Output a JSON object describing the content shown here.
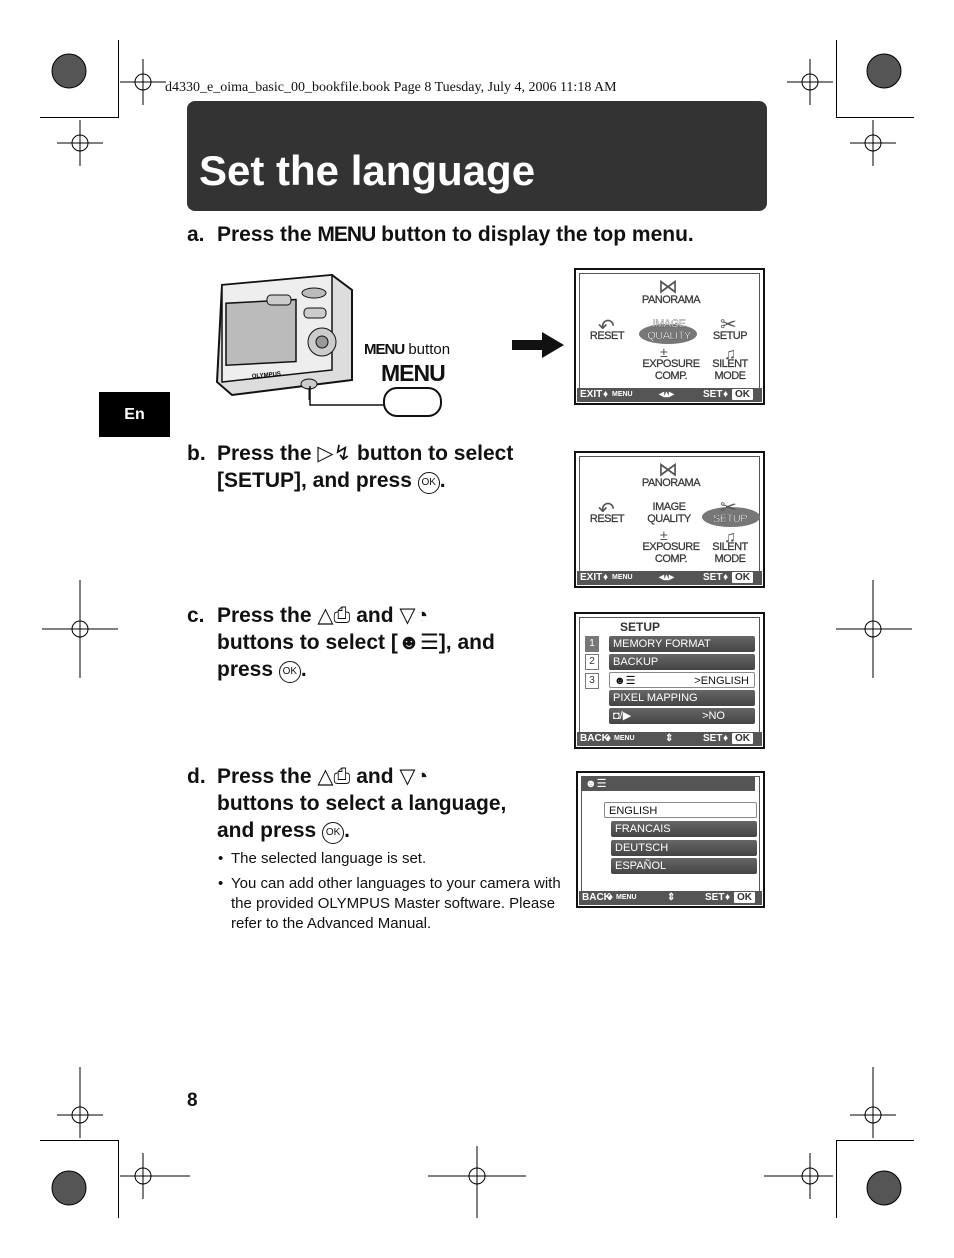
{
  "header_file_line": "d4330_e_oima_basic_00_bookfile.book  Page 8  Tuesday, July 4, 2006  11:18 AM",
  "title": "Set the language",
  "lang_tab": "En",
  "steps": {
    "a": {
      "label": "a.",
      "pre": "Press the",
      "menu": "MENU",
      "post": "button to display the top menu."
    },
    "b": {
      "label": "b.",
      "pre": "Press the",
      "post": "button to select",
      "line2": "[SETUP], and press",
      "end": "."
    },
    "c": {
      "label": "c.",
      "pre": "Press the",
      "and": "and",
      "line2_pre": "buttons to select [",
      "line2_post": "], and",
      "line3": "press",
      "end": "."
    },
    "d": {
      "label": "d.",
      "pre": "Press the",
      "and": "and",
      "line2": "buttons to select a language,",
      "line3": "and press",
      "end": "."
    }
  },
  "camera": {
    "brand": "OLYMPUS",
    "menu_caption_bold": "MENU",
    "menu_caption": "button",
    "menu_big": "MENU"
  },
  "ok_text": "OK",
  "top_menu": {
    "panorama": "PANORAMA",
    "reset": "RESET",
    "image_quality_1": "IMAGE",
    "image_quality_2": "QUALITY",
    "setup": "SETUP",
    "exposure_1": "EXPOSURE",
    "exposure_2": "COMP.",
    "silent_1": "SILENT",
    "silent_2": "MODE",
    "footer_exit": "EXIT",
    "footer_menu": "MENU",
    "footer_set": "SET",
    "footer_ok": "OK"
  },
  "setup_menu": {
    "title": "SETUP",
    "nums": [
      "1",
      "2",
      "3"
    ],
    "rows": [
      {
        "label": "MEMORY FORMAT",
        "value": ""
      },
      {
        "label": "BACKUP",
        "value": ""
      },
      {
        "label": "",
        "value": ">ENGLISH"
      },
      {
        "label": "PIXEL MAPPING",
        "value": ""
      },
      {
        "label": "",
        "value": ">NO"
      }
    ],
    "footer_back": "BACK",
    "footer_menu": "MENU",
    "footer_set": "SET",
    "footer_ok": "OK"
  },
  "language_menu": {
    "rows": [
      "ENGLISH",
      "FRANCAIS",
      "DEUTSCH",
      "ESPAÑOL"
    ],
    "footer_back": "BACK",
    "footer_menu": "MENU",
    "footer_set": "SET",
    "footer_ok": "OK"
  },
  "bullets": [
    "The selected language is set.",
    "You can add other languages to your camera with the provided OLYMPUS Master software. Please refer to the Advanced Manual."
  ],
  "page_number": "8"
}
